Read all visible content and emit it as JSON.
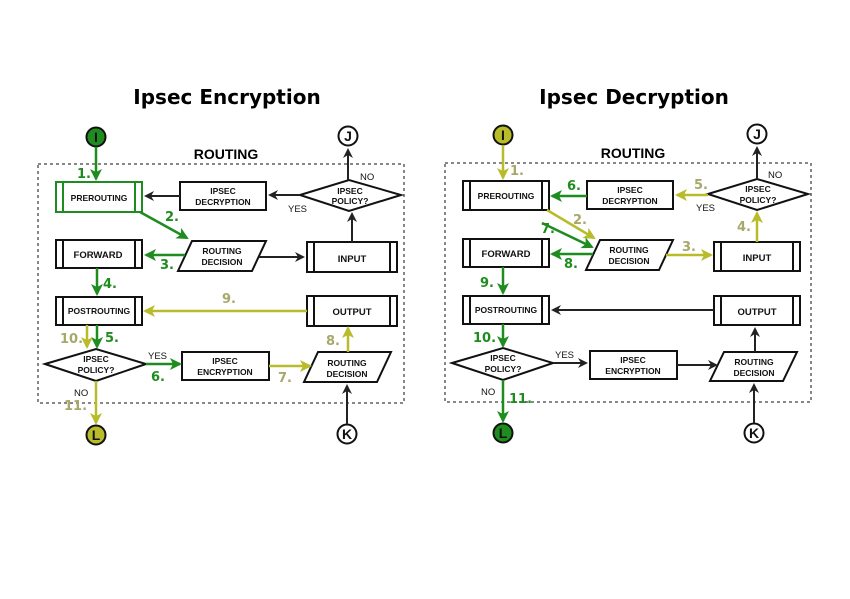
{
  "colors": {
    "green": "#1e8c1e",
    "olive": "#b8bc2a",
    "olive_text": "#a7a86a",
    "black": "#111111"
  },
  "encryption": {
    "title": "Ipsec Encryption",
    "section": "ROUTING",
    "nodes": {
      "prerouting": "PREROUTING",
      "ipsec_decryption": [
        "IPSEC",
        "DECRYPTION"
      ],
      "ipsec_policy_top": [
        "IPSEC",
        "POLICY?"
      ],
      "forward": "FORWARD",
      "routing_decision_top": [
        "ROUTING",
        "DECISION"
      ],
      "input": "INPUT",
      "postrouting": "POSTROUTING",
      "output": "OUTPUT",
      "ipsec_policy_bottom": [
        "IPSEC",
        "POLICY?"
      ],
      "ipsec_encryption": [
        "IPSEC",
        "ENCRYPTION"
      ],
      "routing_decision_bottom": [
        "ROUTING",
        "DECISION"
      ]
    },
    "connectors": {
      "in": "I",
      "top_out": "J",
      "bottom_in": "K",
      "out": "L"
    },
    "edge_labels": {
      "yes_top": "YES",
      "no_top": "NO",
      "yes_bottom": "YES",
      "no_bottom": "NO"
    },
    "steps": [
      "1.",
      "2.",
      "3.",
      "4.",
      "5.",
      "6.",
      "7.",
      "8.",
      "9.",
      "10.",
      "11."
    ]
  },
  "decryption": {
    "title": "Ipsec Decryption",
    "section": "ROUTING",
    "nodes": {
      "prerouting": "PREROUTING",
      "ipsec_decryption": [
        "IPSEC",
        "DECRYPTION"
      ],
      "ipsec_policy_top": [
        "IPSEC",
        "POLICY?"
      ],
      "forward": "FORWARD",
      "routing_decision_top": [
        "ROUTING",
        "DECISION"
      ],
      "input": "INPUT",
      "postrouting": "POSTROUTING",
      "output": "OUTPUT",
      "ipsec_policy_bottom": [
        "IPSEC",
        "POLICY?"
      ],
      "ipsec_encryption": [
        "IPSEC",
        "ENCRYPTION"
      ],
      "routing_decision_bottom": [
        "ROUTING",
        "DECISION"
      ]
    },
    "connectors": {
      "in": "I",
      "top_out": "J",
      "bottom_in": "K",
      "out": "L"
    },
    "edge_labels": {
      "yes_top": "YES",
      "no_top": "NO",
      "yes_bottom": "YES",
      "no_bottom": "NO"
    },
    "steps": [
      "1.",
      "2.",
      "3.",
      "4.",
      "5.",
      "6.",
      "7.",
      "8.",
      "9.",
      "10.",
      "11."
    ]
  }
}
